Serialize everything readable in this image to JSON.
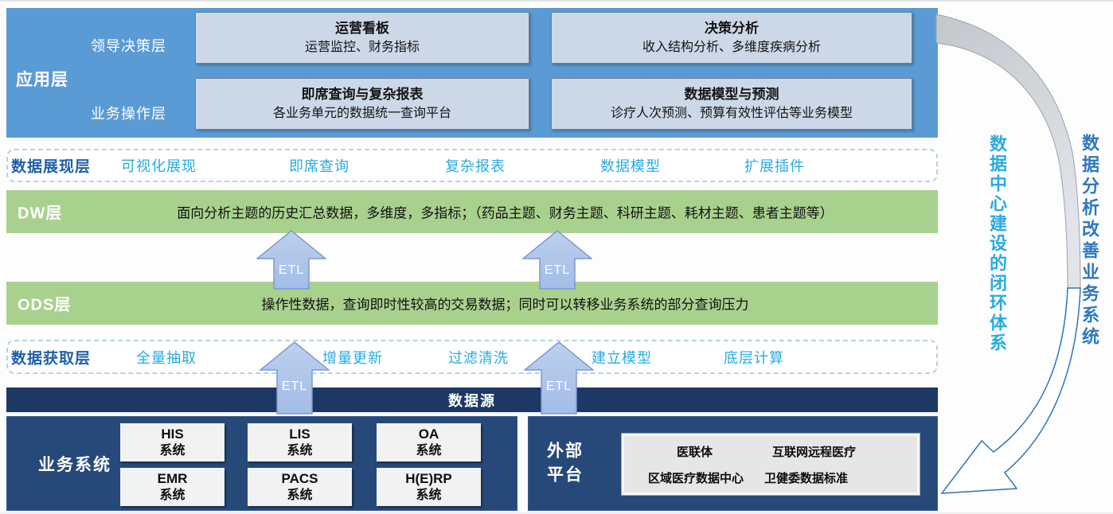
{
  "colors": {
    "app_blue": "#5b9bd5",
    "app_box_bg": "#ccd8e8",
    "layer_green": "#a9d18e",
    "navy_band": "#1e3865",
    "navy_panel": "#26497a",
    "cyan_accent": "#29abe2",
    "blue_accent": "#2e75b6",
    "etl_arrow_fill": "#aec6e8"
  },
  "app_layer": {
    "label": "应用层",
    "row1_label": "领导决策层",
    "row2_label": "业务操作层",
    "boxes": [
      {
        "title": "运营看板",
        "desc": "运营监控、财务指标"
      },
      {
        "title": "决策分析",
        "desc": "收入结构分析、多维度疾病分析"
      },
      {
        "title": "即席查询与复杂报表",
        "desc": "各业务单元的数据统一查询平台"
      },
      {
        "title": "数据模型与预测",
        "desc": "诊疗人次预测、预算有效性评估等业务模型"
      }
    ]
  },
  "presentation_layer": {
    "label": "数据展现层",
    "items": [
      "可视化展现",
      "即席查询",
      "复杂报表",
      "数据模型",
      "扩展插件"
    ]
  },
  "dw_layer": {
    "label": "DW层",
    "text": "面向分析主题的历史汇总数据，多维度，多指标；（药品主题、财务主题、科研主题、耗材主题、患者主题等）"
  },
  "ods_layer": {
    "label": "ODS层",
    "text": "操作性数据，查询即时性较高的交易数据；同时可以转移业务系统的部分查询压力"
  },
  "acquisition_layer": {
    "label": "数据获取层",
    "items": [
      "全量抽取",
      "增量更新",
      "过滤清洗",
      "建立模型",
      "底层计算"
    ]
  },
  "etl_label": "ETL",
  "datasource": {
    "label": "数据源"
  },
  "business_systems": {
    "label": "业务系统",
    "systems": [
      {
        "name": "HIS",
        "type": "系统"
      },
      {
        "name": "LIS",
        "type": "系统"
      },
      {
        "name": "OA",
        "type": "系统"
      },
      {
        "name": "EMR",
        "type": "系统"
      },
      {
        "name": "PACS",
        "type": "系统"
      },
      {
        "name": "H(E)RP",
        "type": "系统"
      }
    ]
  },
  "external_platform": {
    "label": "外部平台",
    "items": [
      "医联体",
      "互联网远程医疗",
      "区域医疗数据中心",
      "卫健委数据标准"
    ]
  },
  "annotations": {
    "closed_loop": "数据中心建设的闭环体系",
    "improve": "数据分析改善业务系统"
  }
}
